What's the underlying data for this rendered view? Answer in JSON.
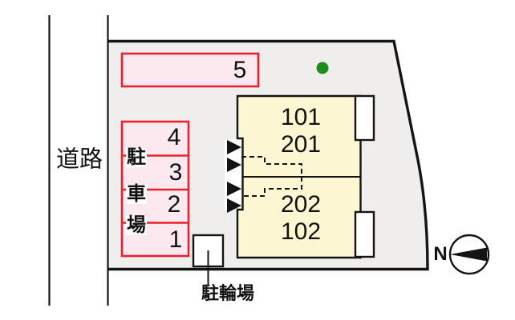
{
  "colors": {
    "plot_fill": "#efeeec",
    "pink_fill": "#fce8ef",
    "red_border": "#e8212d",
    "yellow_fill": "#fdf6d2",
    "green_marker": "#1d8d1d",
    "outline": "#141414"
  },
  "road": {
    "label": "道路"
  },
  "parking": {
    "label_chars": [
      "駐",
      "車",
      "場"
    ],
    "space_large": "5",
    "spaces": [
      "4",
      "3",
      "2",
      "1"
    ]
  },
  "building": {
    "units": [
      "101",
      "201",
      "202",
      "102"
    ]
  },
  "bicycle": {
    "label": "駐輪場"
  },
  "compass": {
    "label": "N"
  }
}
